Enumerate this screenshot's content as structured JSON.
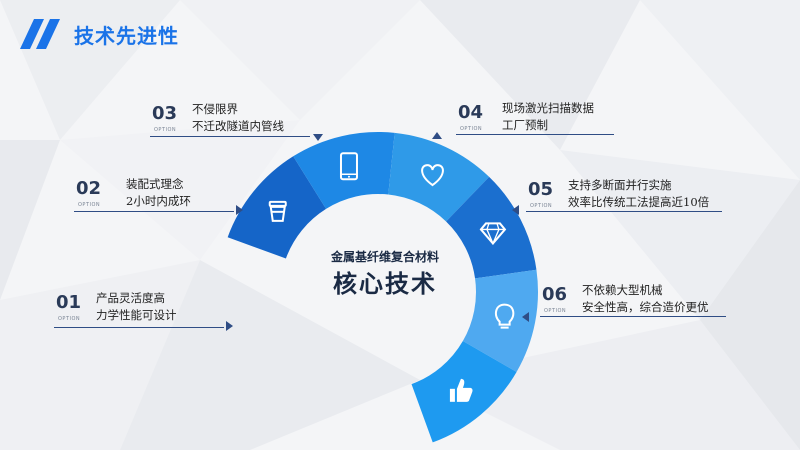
{
  "title": "技术先进性",
  "center": {
    "subtitle": "金属基纤维复合材料",
    "title": "核心技术"
  },
  "options": [
    {
      "num": "01",
      "label": "OPTION",
      "lines": [
        "产品灵活度高",
        "力学性能可设计"
      ]
    },
    {
      "num": "02",
      "label": "OPTION",
      "lines": [
        "装配式理念",
        "2小时内成环"
      ]
    },
    {
      "num": "03",
      "label": "OPTION",
      "lines": [
        "不侵限界",
        "不迁改隧道内管线"
      ]
    },
    {
      "num": "04",
      "label": "OPTION",
      "lines": [
        "现场激光扫描数据",
        "工厂预制"
      ]
    },
    {
      "num": "05",
      "label": "OPTION",
      "lines": [
        "支持多断面并行实施",
        "效率比传统工法提高近10倍"
      ]
    },
    {
      "num": "06",
      "label": "OPTION",
      "lines": [
        "不依赖大型机械",
        "安全性高，综合造价更优"
      ]
    }
  ],
  "icons": [
    "cup-icon",
    "tablet-icon",
    "heart-icon",
    "diamond-icon",
    "lightbulb-icon",
    "thumbs-up-icon"
  ],
  "colors": {
    "accent": "#1a73e8",
    "segments": [
      "#1565c8",
      "#1e88e5",
      "#2f9ae8",
      "#1b6fcf",
      "#4fa9f0",
      "#1e9af0"
    ],
    "text_dark": "#2a3a58"
  }
}
